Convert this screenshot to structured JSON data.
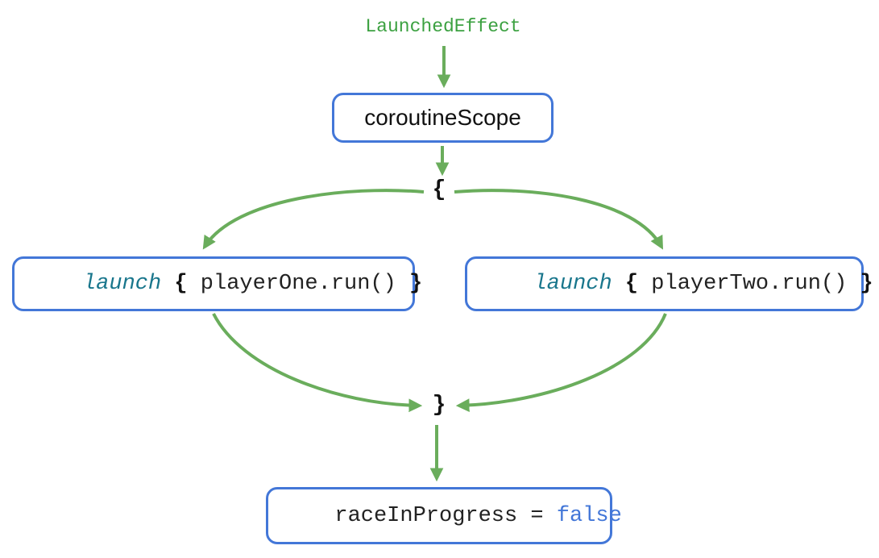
{
  "colors": {
    "arrow_green": "#6aad5c",
    "label_green": "#3ca141",
    "box_border_blue": "#4377d8",
    "keyword_teal": "#19768c",
    "value_blue": "#4377d8",
    "code_black": "#222222"
  },
  "top_label": "LaunchedEffect",
  "scope_box": {
    "label": "coroutineScope"
  },
  "fork": {
    "open_brace": "{",
    "close_brace": "}"
  },
  "left_box": {
    "keyword": "launch",
    "open_brace": " { ",
    "code": "playerOne.run()",
    "close_brace": " }"
  },
  "right_box": {
    "keyword": "launch",
    "open_brace": " { ",
    "code": "playerTwo.run()",
    "close_brace": " }"
  },
  "result_box": {
    "code": "raceInProgress = ",
    "value": "false"
  }
}
